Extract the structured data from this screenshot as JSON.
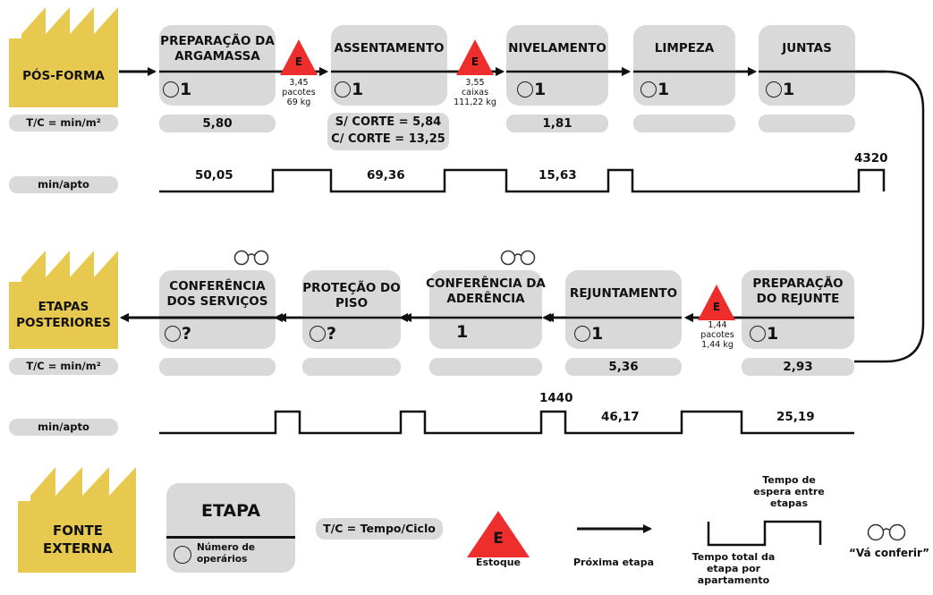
{
  "start_label": "PÓS-FORMA",
  "end_label": "ETAPAS POSTERIORES",
  "legend_external": "FONTE EXTERNA",
  "tc_label": "T/C = min/m²",
  "min_apto_label": "min/apto",
  "top_row": [
    {
      "title": "PREPARAÇÃO DA ARGAMASSA",
      "ops": "1",
      "tc": "5,80"
    },
    {
      "title": "ASSENTAMENTO",
      "ops": "1",
      "tc_line1": "S/ CORTE = 5,84",
      "tc_line2": "C/ CORTE = 13,25"
    },
    {
      "title": "NIVELAMENTO",
      "ops": "1",
      "tc": "1,81"
    },
    {
      "title": "LIMPEZA",
      "ops": "1",
      "tc": ""
    },
    {
      "title": "JUNTAS",
      "ops": "1",
      "tc": ""
    }
  ],
  "top_inventory": [
    {
      "letter": "E",
      "line1": "3,45",
      "line2": "pacotes",
      "line3": "69 kg"
    },
    {
      "letter": "E",
      "line1": "3,55",
      "line2": "caixas",
      "line3": "111,22 kg"
    }
  ],
  "top_timeline": [
    "50,05",
    "69,36",
    "15,63",
    "4320"
  ],
  "bottom_row": [
    {
      "title": "CONFERÊNCIA DOS SERVIÇOS",
      "ops": "?",
      "tc": ""
    },
    {
      "title": "PROTEÇÃO DO PISO",
      "ops": "?",
      "tc": ""
    },
    {
      "title": "CONFERÊNCIA DA ADERÊNCIA",
      "ops": "1",
      "tc": ""
    },
    {
      "title": "REJUNTAMENTO",
      "ops": "1",
      "tc": "5,36"
    },
    {
      "title": "PREPARAÇÃO DO REJUNTE",
      "ops": "1",
      "tc": "2,93"
    }
  ],
  "bottom_inventory": {
    "letter": "E",
    "line1": "1,44",
    "line2": "pacotes",
    "line3": "1,44 kg"
  },
  "bottom_timeline": [
    "1440",
    "46,17",
    "25,19"
  ],
  "legend": {
    "etapa": "ETAPA",
    "operators": "Número de operários",
    "tc": "T/C = Tempo/Ciclo",
    "stock_letter": "E",
    "stock": "Estoque",
    "next": "Próxima etapa",
    "wait": "Tempo de espera entre etapas",
    "total": "Tempo total da etapa por apartamento",
    "check": "“Vá conferir”"
  },
  "colors": {
    "factory": "#e8c94f",
    "box": "#d9d9d9",
    "inventory": "#ee2d2d"
  },
  "icons": [
    "factory-icon",
    "inventory-triangle-icon",
    "glasses-icon",
    "operator-circle-icon",
    "arrow-icon"
  ]
}
